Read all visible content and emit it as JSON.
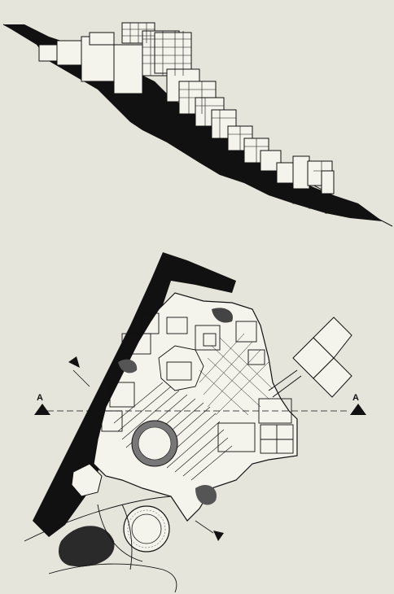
{
  "sheet": {
    "paper_color": "#e6e5dc",
    "ink_color": "#111111"
  },
  "section": {
    "kind": "stepped building section on sloped terrain"
  },
  "plan": {
    "kind": "site and floor plan",
    "section_marker_left": "A",
    "section_marker_right": "A"
  }
}
